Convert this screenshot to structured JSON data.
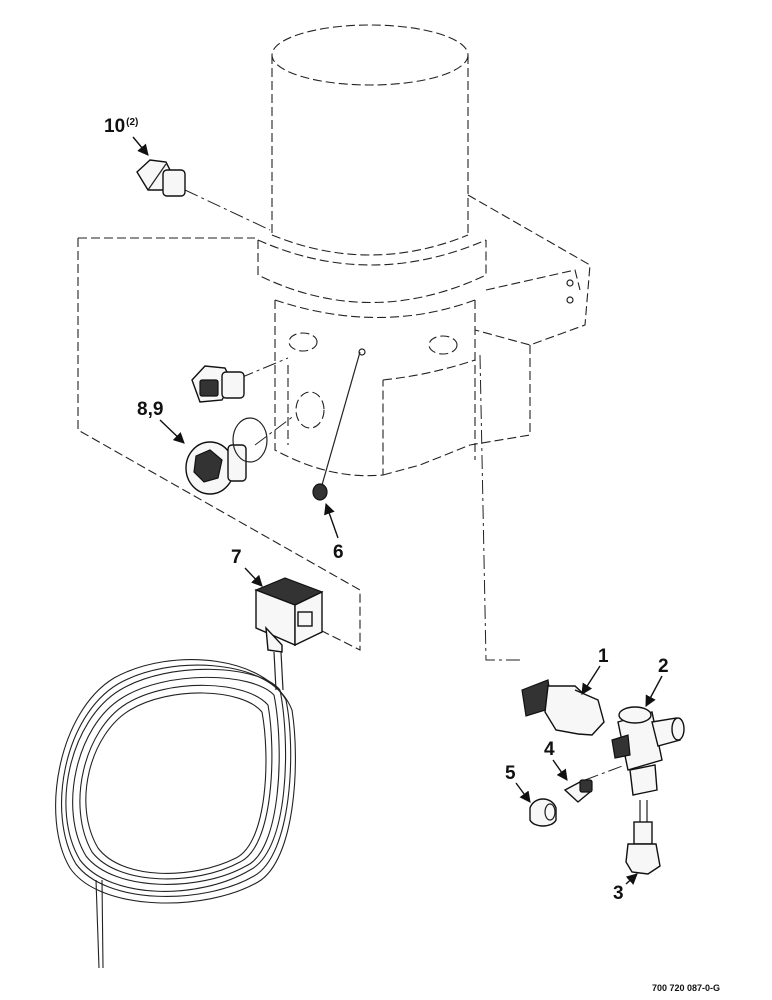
{
  "callouts": {
    "c10": "10",
    "c10_qty": "(2)",
    "c89": "8,9",
    "c6": "6",
    "c7": "7",
    "c1": "1",
    "c2": "2",
    "c4": "4",
    "c5": "5",
    "c3": "3"
  },
  "drawing_id": "700 720 087-0-G"
}
